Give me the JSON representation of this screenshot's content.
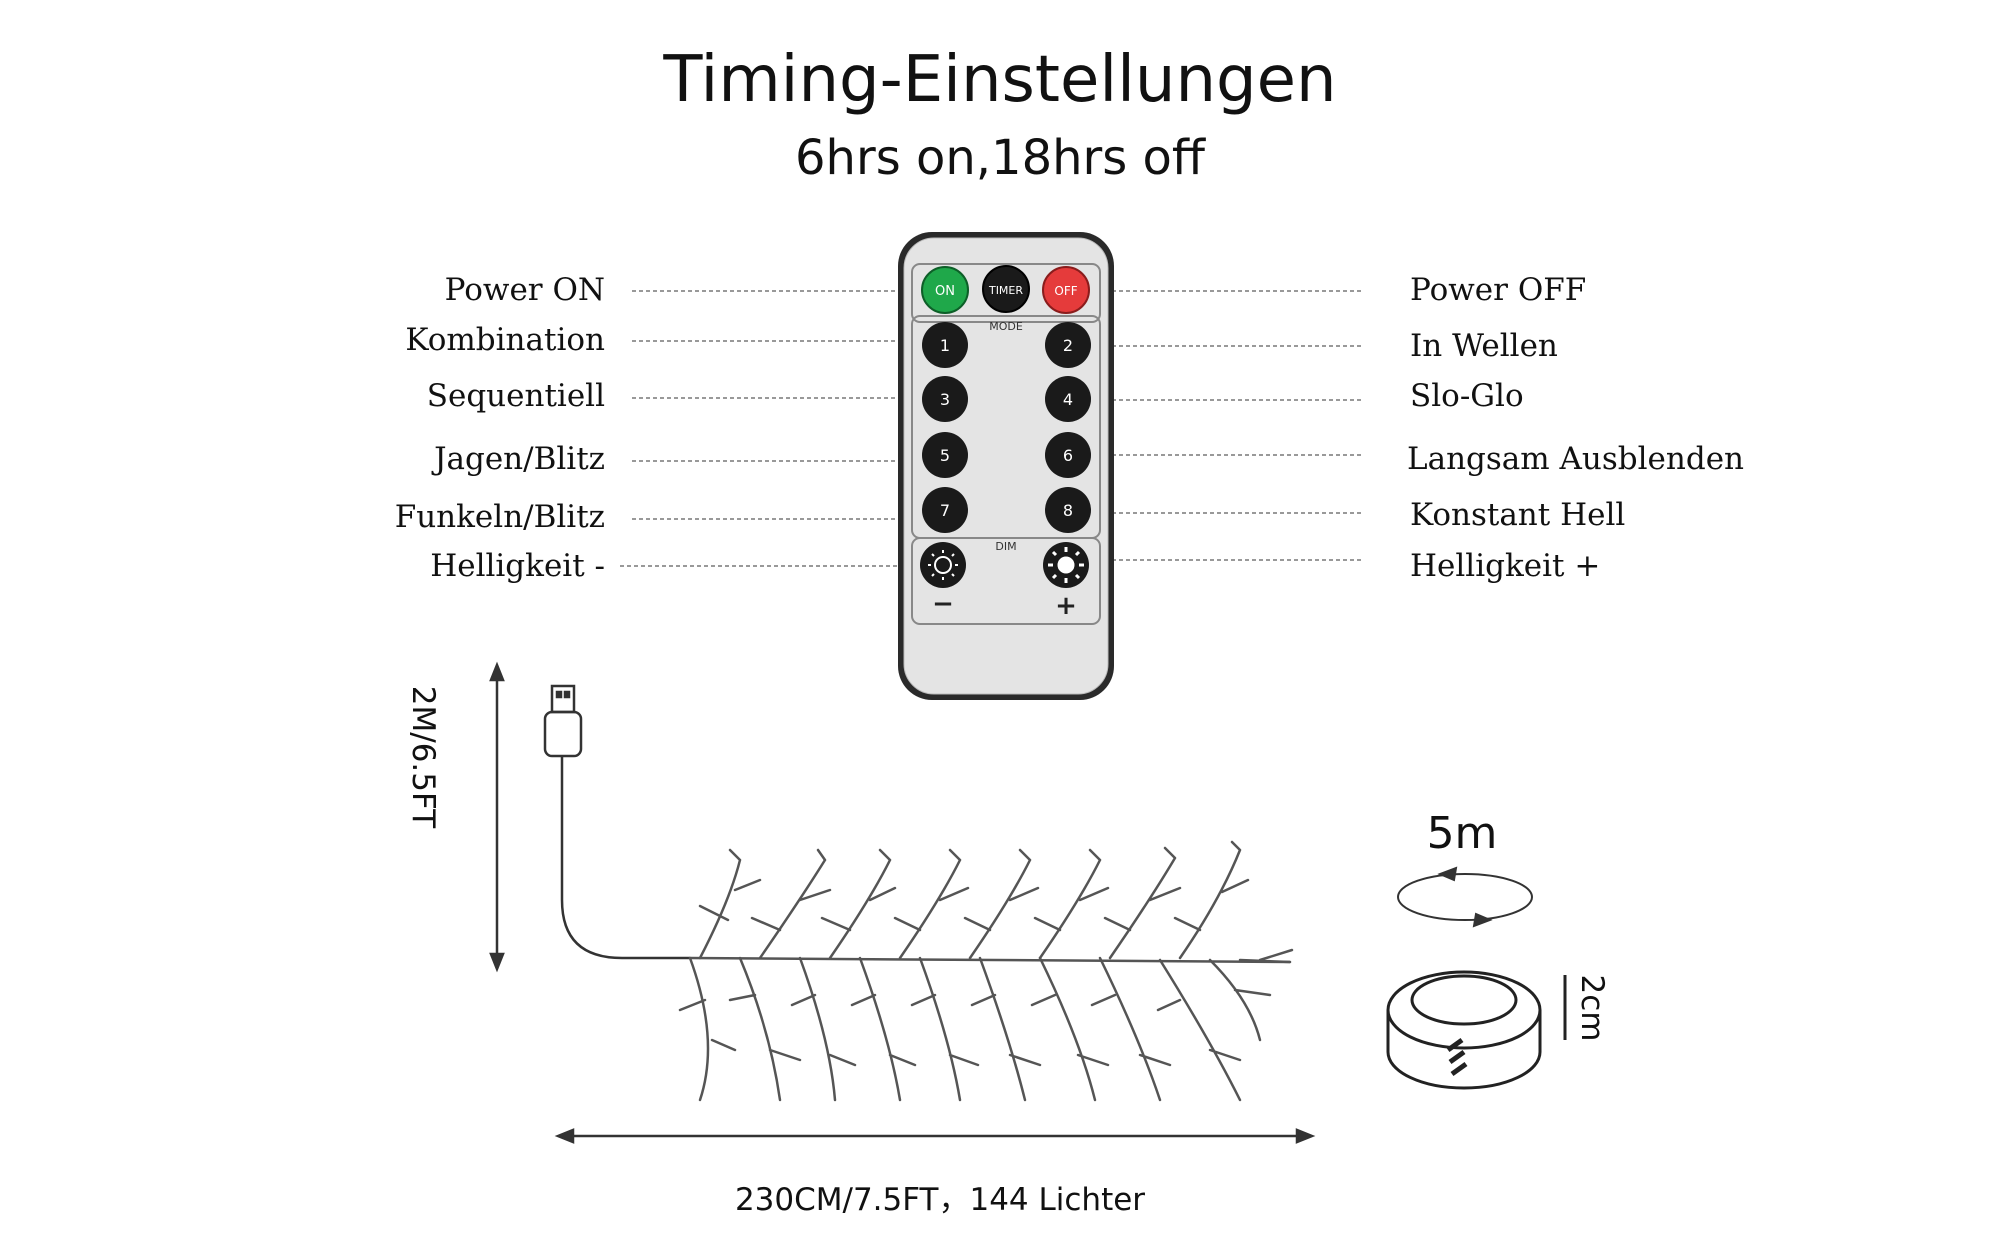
{
  "title": "Timing-Einstellungen",
  "subtitle": "6hrs on,18hrs off",
  "remote": {
    "on_label": "ON",
    "timer_label": "TIMER",
    "off_label": "OFF",
    "mode_label": "MODE",
    "dim_label": "DIM",
    "minus_label": "−",
    "plus_label": "+",
    "keys": [
      "1",
      "2",
      "3",
      "4",
      "5",
      "6",
      "7",
      "8"
    ],
    "colors": {
      "on": "#1fa84a",
      "off": "#e53b3b",
      "key": "#1a1a1a",
      "body": "#e4e4e4"
    }
  },
  "labels_left": [
    "Power ON",
    "Kombination",
    "Sequentiell",
    "Jagen/Blitz",
    "Funkeln/Blitz",
    "Helligkeit -"
  ],
  "labels_right": [
    "Power OFF",
    "In Wellen",
    "Slo-Glo",
    "Langsam Ausblenden",
    "Konstant Hell",
    "Helligkeit +"
  ],
  "dimensions": {
    "height_label": "2M/6.5FT",
    "length_label": "230CM/7.5FT，144 Lichter",
    "reel_length": "5m",
    "reel_width": "2cm"
  }
}
